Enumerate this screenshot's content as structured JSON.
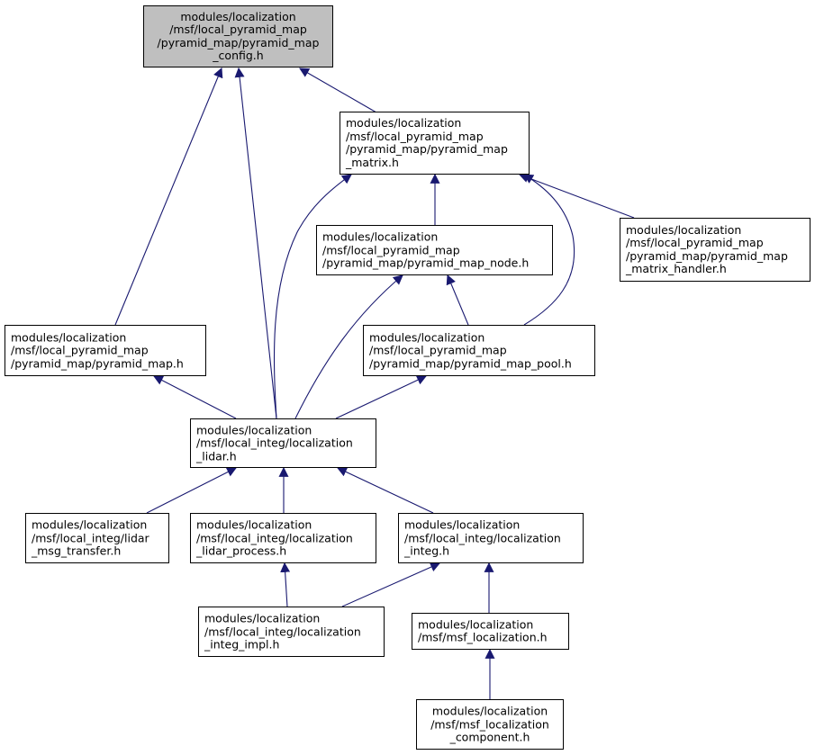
{
  "graph": {
    "nodes": [
      {
        "id": "config",
        "text": "modules/localization\n/msf/local_pyramid_map\n/pyramid_map/pyramid_map\n_config.h",
        "highlighted": true
      },
      {
        "id": "matrix",
        "text": "modules/localization\n/msf/local_pyramid_map\n/pyramid_map/pyramid_map\n_matrix.h"
      },
      {
        "id": "node",
        "text": "modules/localization\n/msf/local_pyramid_map\n/pyramid_map/pyramid_map_node.h"
      },
      {
        "id": "matrix_handler",
        "text": "modules/localization\n/msf/local_pyramid_map\n/pyramid_map/pyramid_map\n_matrix_handler.h"
      },
      {
        "id": "pyramid_map",
        "text": "modules/localization\n/msf/local_pyramid_map\n/pyramid_map/pyramid_map.h"
      },
      {
        "id": "pool",
        "text": "modules/localization\n/msf/local_pyramid_map\n/pyramid_map/pyramid_map_pool.h"
      },
      {
        "id": "loc_lidar",
        "text": "modules/localization\n/msf/local_integ/localization\n_lidar.h"
      },
      {
        "id": "msg_transfer",
        "text": "modules/localization\n/msf/local_integ/lidar\n_msg_transfer.h"
      },
      {
        "id": "lidar_process",
        "text": "modules/localization\n/msf/local_integ/localization\n_lidar_process.h"
      },
      {
        "id": "integ",
        "text": "modules/localization\n/msf/local_integ/localization\n_integ.h"
      },
      {
        "id": "integ_impl",
        "text": "modules/localization\n/msf/local_integ/localization\n_integ_impl.h"
      },
      {
        "id": "msf_localization",
        "text": "modules/localization\n/msf/msf_localization.h"
      },
      {
        "id": "component",
        "text": "modules/localization\n/msf/msf_localization\n_component.h"
      }
    ],
    "edges": [
      {
        "from": "matrix",
        "to": "config"
      },
      {
        "from": "pyramid_map",
        "to": "config"
      },
      {
        "from": "loc_lidar",
        "to": "config"
      },
      {
        "from": "node",
        "to": "matrix"
      },
      {
        "from": "matrix_handler",
        "to": "matrix"
      },
      {
        "from": "pool",
        "to": "matrix"
      },
      {
        "from": "loc_lidar",
        "to": "matrix"
      },
      {
        "from": "pool",
        "to": "node"
      },
      {
        "from": "loc_lidar",
        "to": "node"
      },
      {
        "from": "loc_lidar",
        "to": "pyramid_map"
      },
      {
        "from": "loc_lidar",
        "to": "pool"
      },
      {
        "from": "msg_transfer",
        "to": "loc_lidar"
      },
      {
        "from": "lidar_process",
        "to": "loc_lidar"
      },
      {
        "from": "integ",
        "to": "loc_lidar"
      },
      {
        "from": "integ_impl",
        "to": "lidar_process"
      },
      {
        "from": "integ_impl",
        "to": "integ"
      },
      {
        "from": "msf_localization",
        "to": "integ"
      },
      {
        "from": "component",
        "to": "msf_localization"
      }
    ]
  }
}
